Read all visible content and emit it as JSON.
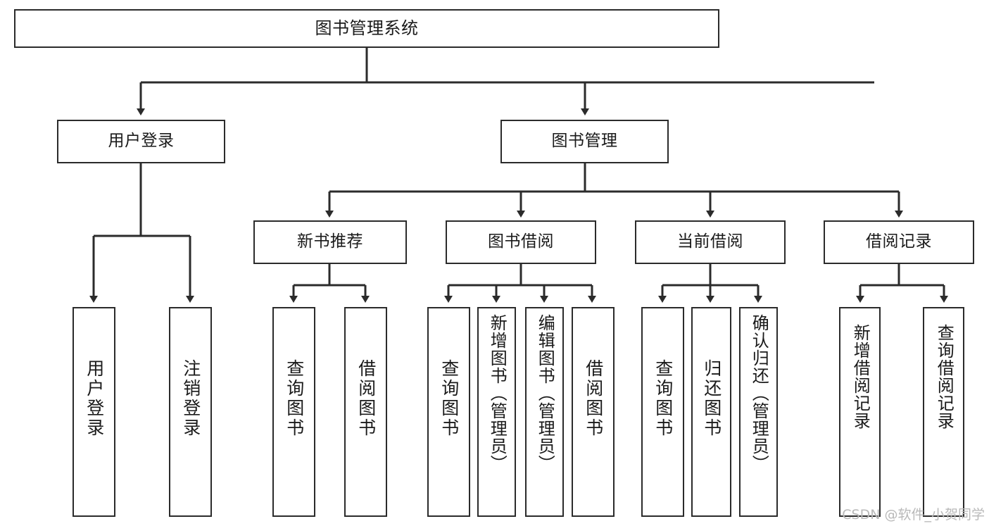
{
  "diagram": {
    "title": "图书管理系统",
    "type": "tree",
    "watermark": "CSDN @软件_小贺同学",
    "colors": {
      "box_border": "#2b2b2b",
      "box_fill": "#ffffff",
      "connector": "#2b2b2b",
      "watermark": "#b9b9b9",
      "background": "#ffffff"
    },
    "nodes": {
      "root": {
        "label": "图书管理系统"
      },
      "level2": [
        {
          "label": "用户登录"
        },
        {
          "label": "图书管理"
        }
      ],
      "level3": [
        {
          "label": "新书推荐"
        },
        {
          "label": "图书借阅"
        },
        {
          "label": "当前借阅"
        },
        {
          "label": "借阅记录"
        }
      ],
      "leaves": {
        "user_login": [
          {
            "label": "用户登录"
          },
          {
            "label": "注销登录"
          }
        ],
        "new_book_recommend": [
          {
            "label": "查询图书"
          },
          {
            "label": "借阅图书"
          }
        ],
        "book_borrow": [
          {
            "label": "查询图书"
          },
          {
            "label": "新增图书（管理员）"
          },
          {
            "label": "编辑图书（管理员）"
          },
          {
            "label": "借阅图书"
          }
        ],
        "current_borrow": [
          {
            "label": "查询图书"
          },
          {
            "label": "归还图书"
          },
          {
            "label": "确认归还（管理员）"
          }
        ],
        "borrow_record": [
          {
            "label": "新增借阅记录"
          },
          {
            "label": "查询借阅记录"
          }
        ]
      }
    }
  }
}
